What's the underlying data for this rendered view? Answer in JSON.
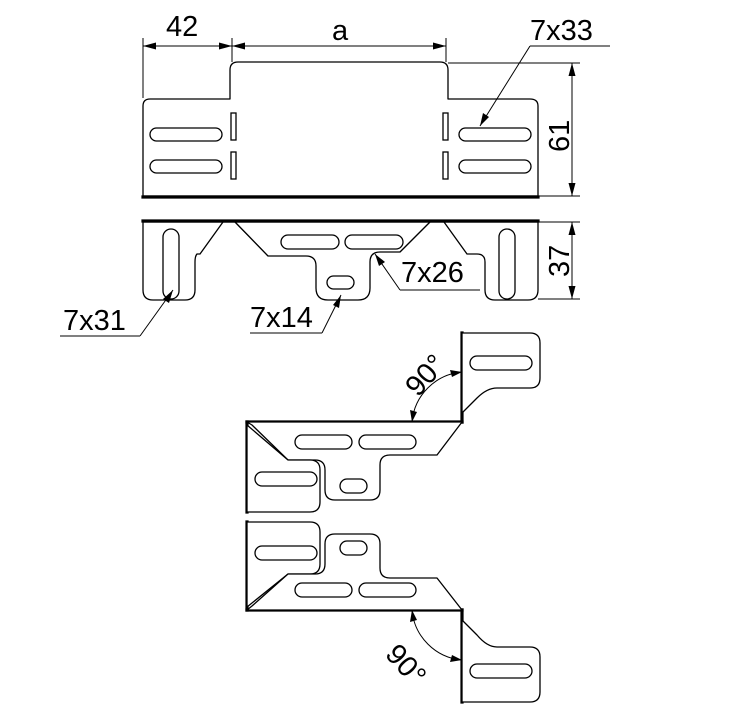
{
  "dimensions": {
    "width_left": "42",
    "width_center": "a",
    "height_top": "61",
    "height_bottom": "37",
    "slot_top_right": "7x33",
    "slot_bottom_center": "7x26",
    "slot_bottom_left": "7x31",
    "slot_bottom_small": "7x14"
  },
  "angles": {
    "upper": "90°",
    "lower": "90°"
  }
}
